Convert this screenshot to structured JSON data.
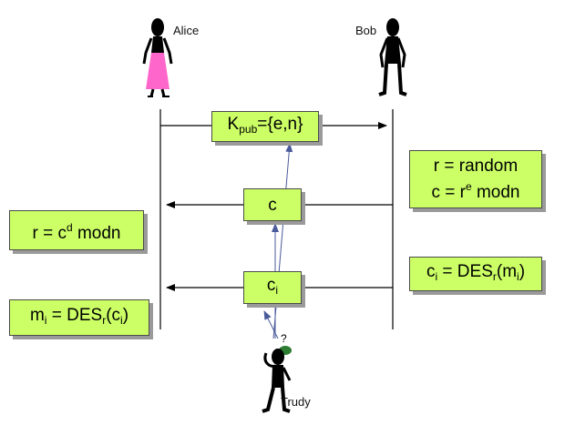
{
  "actors": {
    "alice": "Alice",
    "bob": "Bob",
    "trudy": "Trudy"
  },
  "messages": {
    "kpub": {
      "base": "K",
      "sub": "pub",
      "rest": "={e,n}"
    },
    "c": "c",
    "ci": {
      "base": "c",
      "sub": "i"
    }
  },
  "bob_steps": {
    "random": "r = random",
    "encrypt": {
      "a": "c = r",
      "sup": "e",
      "b": " modn"
    },
    "des_encrypt": {
      "a": "c",
      "sub1": "i",
      "b": " = DES",
      "sub2": "r",
      "c": "(m",
      "sub3": "i",
      "d": ")"
    }
  },
  "alice_steps": {
    "decrypt": {
      "a": "r = c",
      "sup": "d",
      "b": " modn"
    },
    "des_decrypt": {
      "a": "m",
      "sub1": "i",
      "b": " = DES",
      "sub2": "r",
      "c": "(c",
      "sub3": "i",
      "d": ")"
    }
  },
  "trudy_thought": "?",
  "colors": {
    "box_fill": "#ccff66",
    "arrow": "#000000",
    "intercept": "#4a5a9a",
    "alice_dress": "#ff66cc"
  }
}
